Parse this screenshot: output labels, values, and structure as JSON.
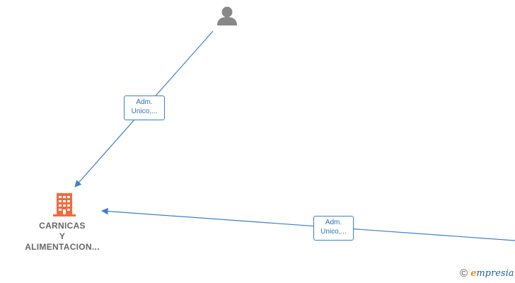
{
  "nodes": {
    "person": {
      "icon": "person-icon"
    },
    "company": {
      "icon": "building-icon",
      "name_lines": [
        "CARNICAS",
        "Y",
        "ALIMENTACION..."
      ]
    }
  },
  "edges": [
    {
      "label_lines": [
        "Adm.",
        "Unico,..."
      ]
    },
    {
      "label_lines": [
        "Adm.",
        "Unico,..."
      ]
    }
  ],
  "brand": {
    "copyright": "©",
    "initial": "e",
    "rest": "mpresia"
  },
  "colors": {
    "edge": "#3b7fd1",
    "label_text": "#2e6fbf",
    "person_icon": "#888888",
    "company_icon": "#f26a3b",
    "company_text": "#666666"
  }
}
